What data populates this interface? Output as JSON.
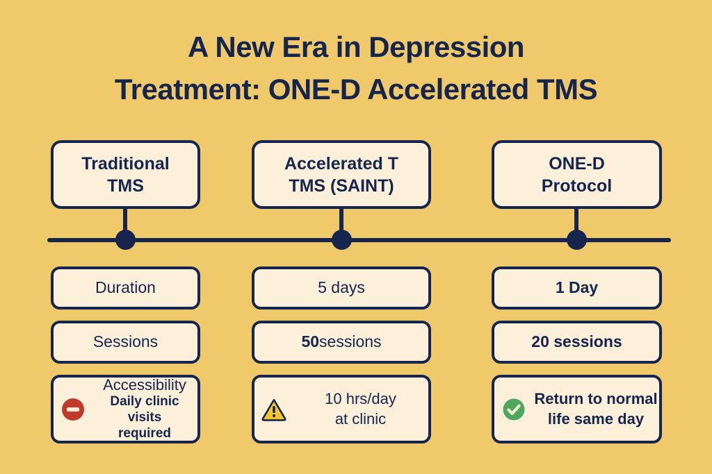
{
  "theme": {
    "background": "#efc96a",
    "card_fill": "#fcf0da",
    "ink": "#16254e",
    "danger": "#c0392b",
    "warning": "#f5c431",
    "success": "#4ca85c"
  },
  "title": {
    "line1": "A New Era in Depression",
    "line2": "Treatment: ONE-D Accelerated TMS"
  },
  "columns": [
    {
      "id": "traditional-tms",
      "header_line1": "Traditional",
      "header_line2": "TMS"
    },
    {
      "id": "accelerated-tms-saint",
      "header_line1": "Accelerated T",
      "header_line2": "TMS (SAINT)"
    },
    {
      "id": "one-d-protocol",
      "header_line1": "ONE-D",
      "header_line2": "Protocol"
    }
  ],
  "rows": {
    "duration": {
      "col1": "Duration",
      "col2": "5 days",
      "col3": "1 Day"
    },
    "sessions": {
      "col1": "Sessions",
      "col2_number": "50",
      "col2_word": " sessions",
      "col3": "20 sessions"
    },
    "accessibility": {
      "col1_icon": "minus-circle-icon",
      "col1_title": "Accessibility",
      "col1_sub_line1": "Daily clinic visits",
      "col1_sub_line2": "required",
      "col2_icon": "warning-triangle-icon",
      "col2_line1": "10 hrs/day",
      "col2_line2": "at clinic",
      "col3_icon": "check-circle-icon",
      "col3_line1": "Return to normal",
      "col3_line2": "life same day"
    }
  }
}
